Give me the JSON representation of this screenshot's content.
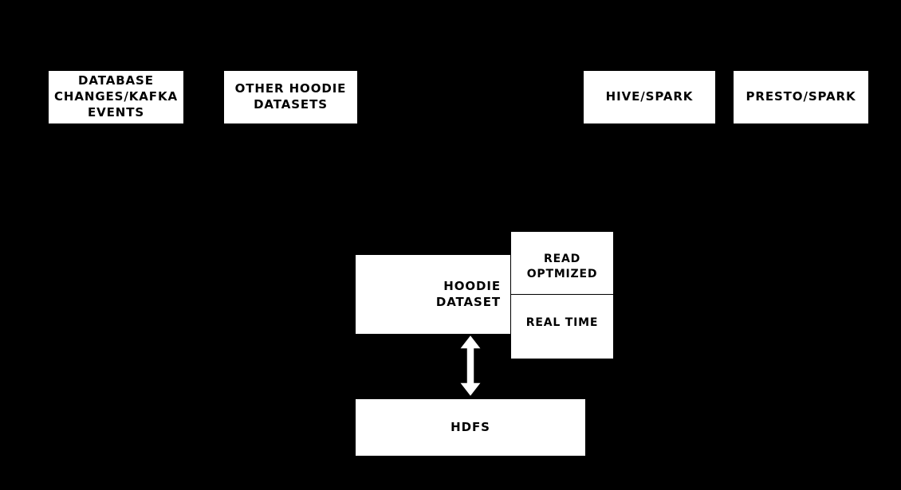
{
  "diagram": {
    "background_color": "#000000",
    "node_fill": "#ffffff",
    "node_text_color": "#000000",
    "type": "block-architecture"
  },
  "sources": [
    {
      "id": "database-changes-kafka-events",
      "label": "DATABASE\nCHANGES/KAFKA\nEVENTS"
    },
    {
      "id": "other-hoodie-datasets",
      "label": "OTHER HOODIE\nDATASETS"
    }
  ],
  "query_engines": [
    {
      "id": "hive-spark",
      "label": "HIVE/SPARK"
    },
    {
      "id": "presto-spark",
      "label": "PRESTO/SPARK"
    }
  ],
  "dataset": {
    "label": "HOODIE\nDATASET"
  },
  "views": [
    {
      "id": "read-optimized",
      "label": "READ\nOPTMIZED"
    },
    {
      "id": "real-time",
      "label": "REAL TIME"
    }
  ],
  "storage": {
    "label": "HDFS"
  },
  "connectors": [
    {
      "id": "dataset-hdfs-arrow",
      "icon": "double-headed-vertical-arrow",
      "from": "HOODIE DATASET",
      "to": "HDFS",
      "fill": "#ffffff",
      "stroke": "#000000"
    }
  ]
}
